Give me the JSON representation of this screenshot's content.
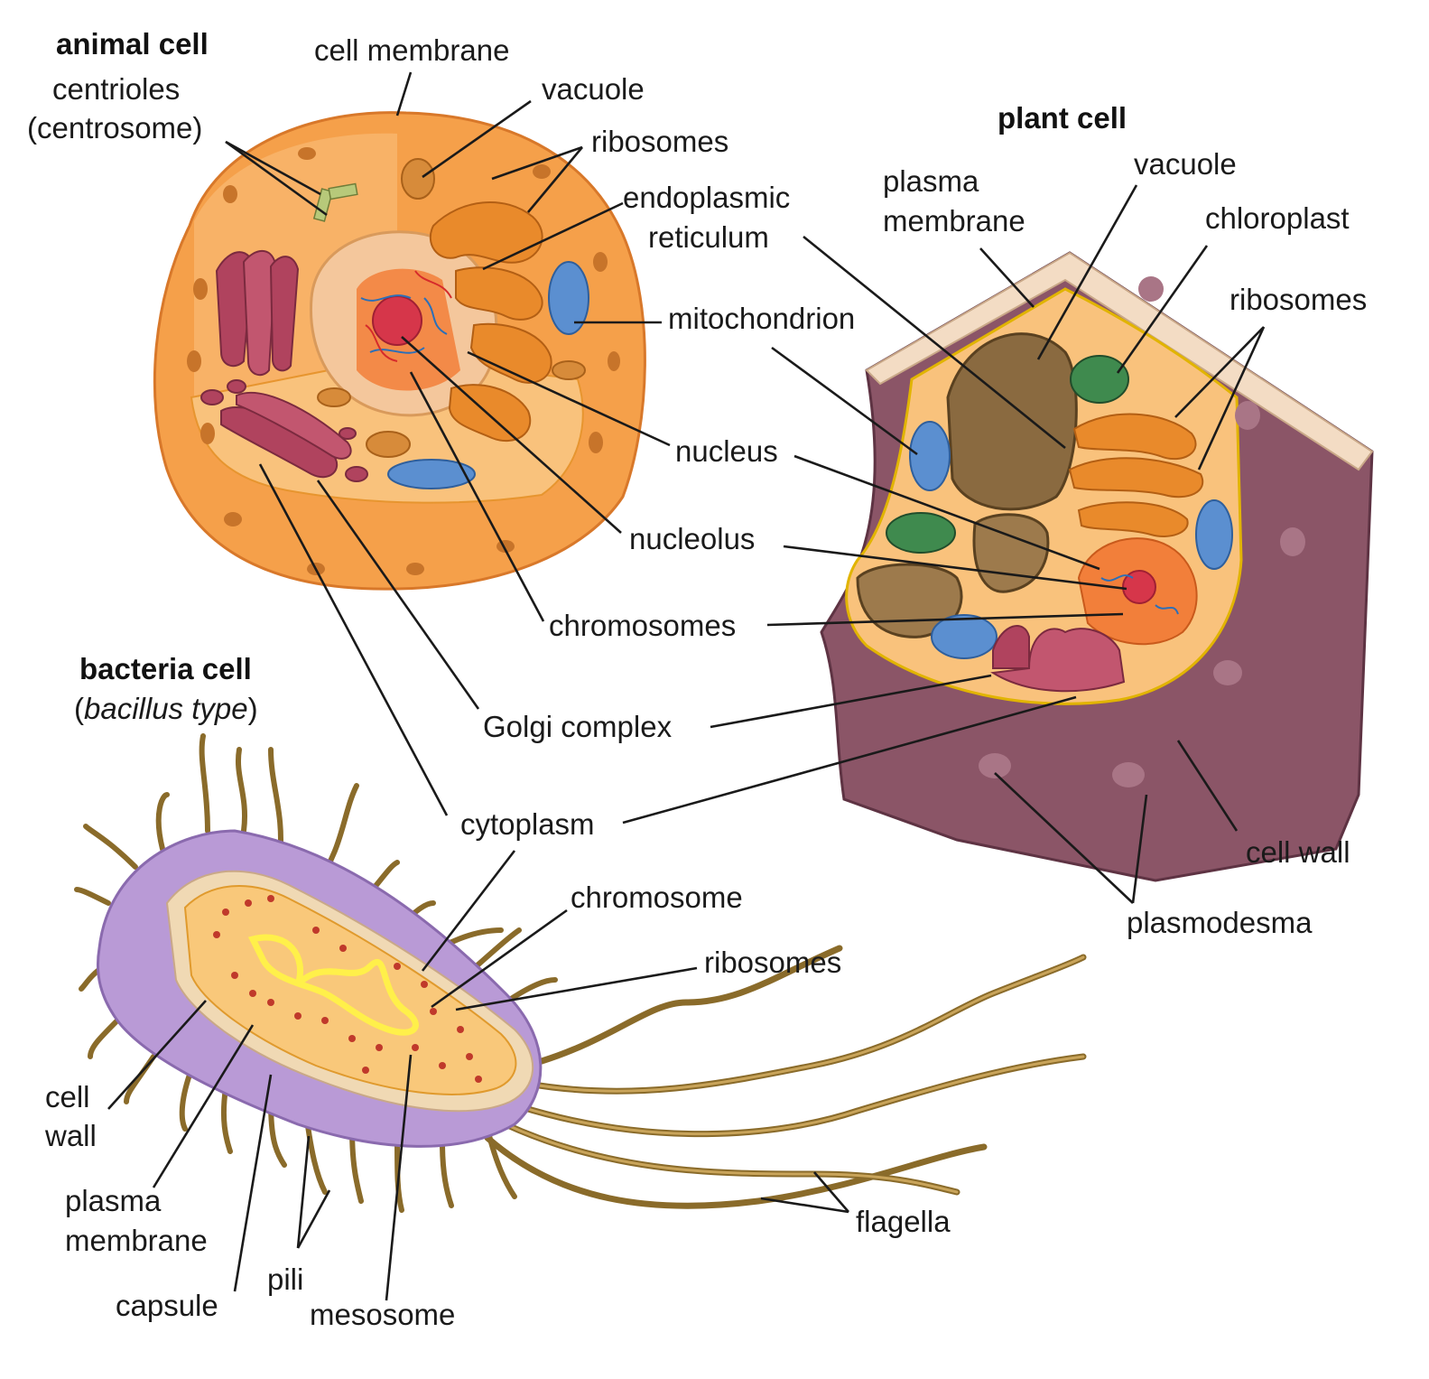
{
  "colors": {
    "animal_cytoplasm": "#f5a04a",
    "animal_nucleus": "#f4c79c",
    "endoplasmic_reticulum": "#e98a2b",
    "golgi": "#b0435e",
    "mitochondrion": "#5b8fd0",
    "plant_cell_wall": "#8b5567",
    "chloroplast": "#3f8a4e",
    "plant_vacuole": "#8a6a40",
    "bacteria_capsule": "#b99ad6",
    "bacteria_cytoplasm": "#f9c87a",
    "flagella": "#8a6b2a"
  },
  "animal_cell": {
    "title": "animal cell",
    "labels": {
      "cell_membrane": "cell membrane",
      "centrioles_1": "centrioles",
      "centrioles_2": "(centrosome)",
      "vacuole": "vacuole",
      "ribosomes": "ribosomes",
      "er_1": "endoplasmic",
      "er_2": "reticulum",
      "mitochondrion": "mitochondrion",
      "nucleus": "nucleus",
      "nucleolus": "nucleolus",
      "chromosomes": "chromosomes",
      "golgi": "Golgi complex",
      "cytoplasm": "cytoplasm"
    }
  },
  "plant_cell": {
    "title": "plant cell",
    "labels": {
      "plasma_membrane_1": "plasma",
      "plasma_membrane_2": "membrane",
      "vacuole": "vacuole",
      "chloroplast": "chloroplast",
      "ribosomes": "ribosomes",
      "cell_wall": "cell wall",
      "plasmodesma": "plasmodesma"
    }
  },
  "bacteria_cell": {
    "title": "bacteria cell",
    "subtitle_open": "(",
    "subtitle_italic": "bacillus type",
    "subtitle_close": ")",
    "labels": {
      "chromosome": "chromosome",
      "ribosomes": "ribosomes",
      "cell_wall_1": "cell",
      "cell_wall_2": "wall",
      "plasma_membrane_1": "plasma",
      "plasma_membrane_2": "membrane",
      "capsule": "capsule",
      "pili": "pili",
      "mesosome": "mesosome",
      "flagella": "flagella"
    }
  }
}
